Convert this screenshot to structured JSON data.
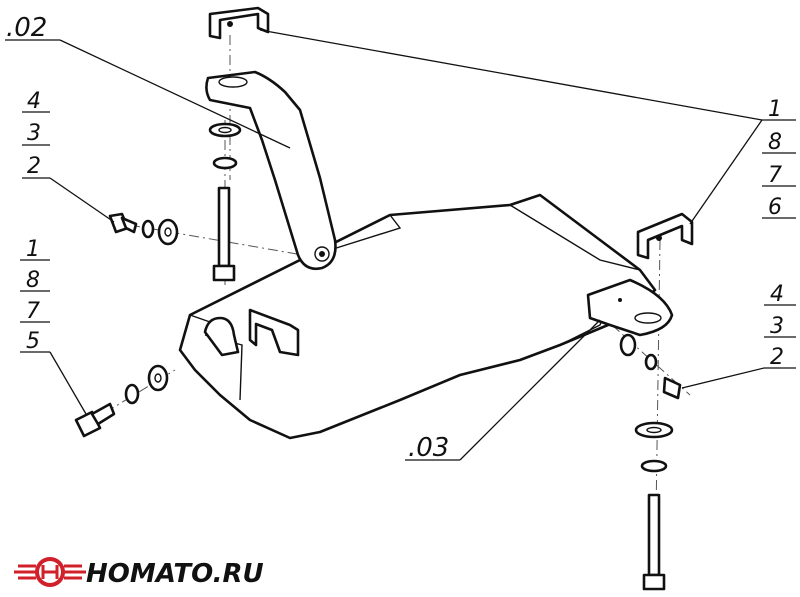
{
  "labels": {
    "part_02": ".02",
    "part_03": ".03",
    "stack_left_top": [
      "4",
      "3",
      "2"
    ],
    "stack_left_bottom": [
      "1",
      "8",
      "7",
      "5"
    ],
    "stack_right_top": [
      "1",
      "8",
      "7",
      "6"
    ],
    "stack_right_bottom": [
      "4",
      "3",
      "2"
    ]
  },
  "logo": {
    "text": "HOMATO.RU",
    "accent_color": "#d0202a"
  }
}
